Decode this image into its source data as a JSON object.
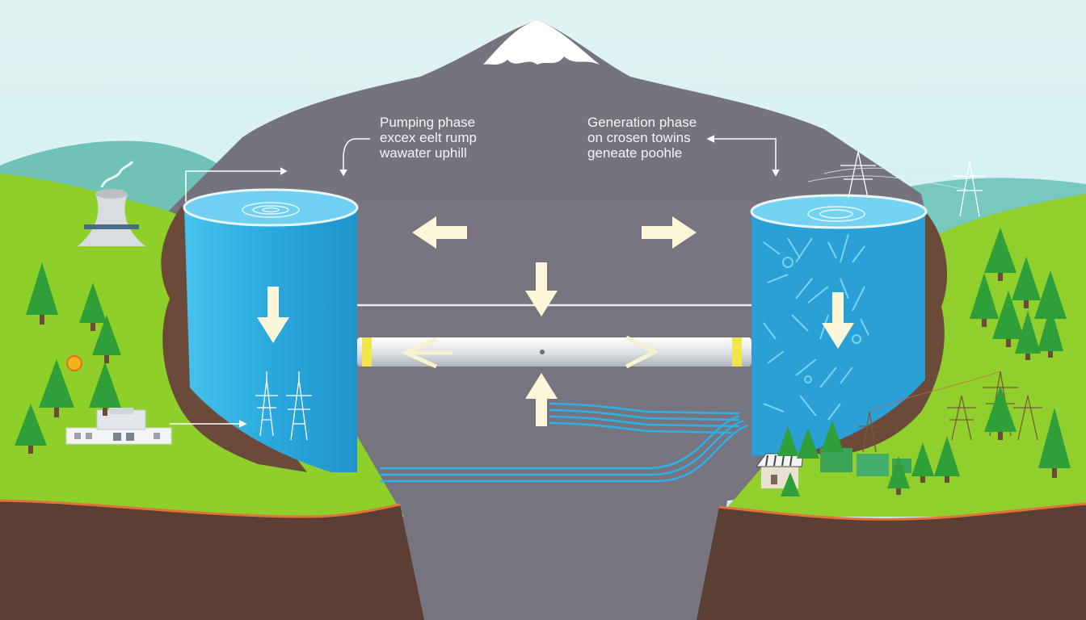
{
  "labels": {
    "pumping": [
      "Pumping phase",
      "excex eelt rump",
      "wawater uphill"
    ],
    "generation": [
      "Generation phase",
      "on crosen towins",
      "geneate poohle"
    ]
  },
  "colors": {
    "sky": "#d4eef2",
    "mountain": "#75747e",
    "snow": "#ffffff",
    "grass": "#8fcf2a",
    "soil": "#5b3f33",
    "water": "#2eaee0",
    "arrow": "#fbf7d8",
    "tree": "#2f9f3a",
    "pipe": "#dfe3e6"
  },
  "icons": [
    "cooling-tower-icon",
    "sun-icon",
    "power-pylon-icon",
    "house-icon",
    "tree-icon",
    "factory-icon"
  ]
}
